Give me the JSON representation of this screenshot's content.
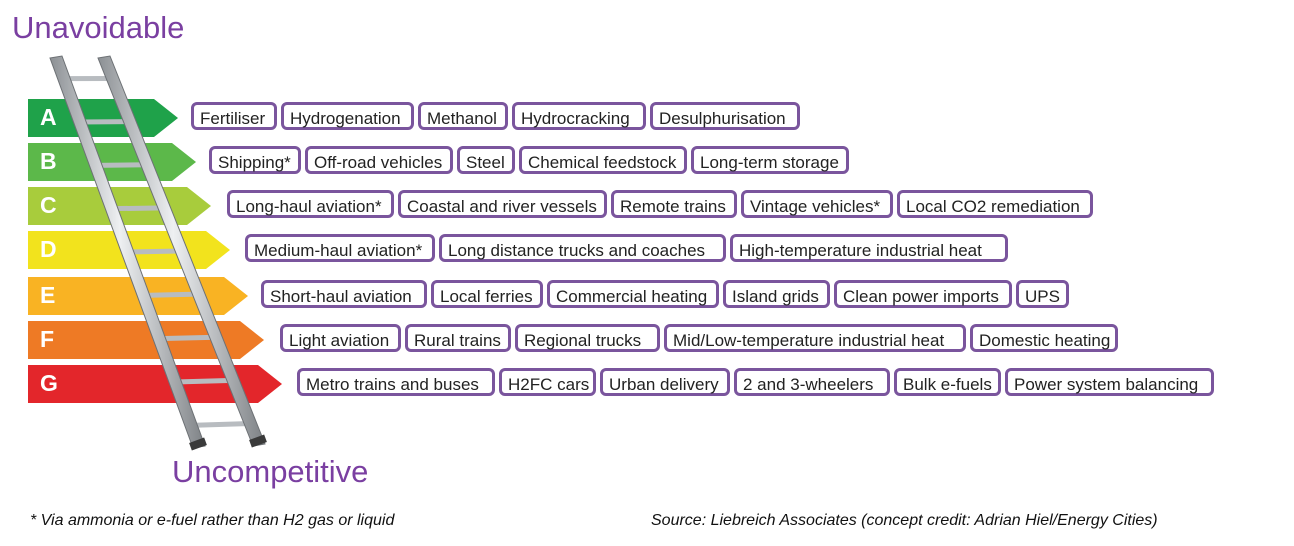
{
  "labels": {
    "top": "Unavoidable",
    "bottom": "Uncompetitive",
    "footnote": "* Via ammonia or e-fuel rather than H2 gas or liquid",
    "source": "Source: Liebreich Associates (concept credit: Adrian Hiel/Energy Cities)"
  },
  "colors": {
    "label_purple": "#7a3fa1",
    "tag_border": "#7a559d",
    "A": "#1fa24a",
    "B": "#5cb84a",
    "C": "#a8cc3c",
    "D": "#f2e31d",
    "E": "#f9b323",
    "F": "#ee7a25",
    "G": "#e3262b"
  },
  "bands": [
    {
      "letter": "A",
      "items": [
        "Fertiliser",
        "Hydrogenation",
        "Methanol",
        "Hydrocracking",
        "Desulphurisation"
      ]
    },
    {
      "letter": "B",
      "items": [
        "Shipping*",
        "Off-road vehicles",
        "Steel",
        "Chemical feedstock",
        "Long-term storage"
      ]
    },
    {
      "letter": "C",
      "items": [
        "Long-haul aviation*",
        "Coastal and river vessels",
        "Remote trains",
        "Vintage vehicles*",
        "Local CO2 remediation"
      ]
    },
    {
      "letter": "D",
      "items": [
        "Medium-haul aviation*",
        "Long distance trucks and coaches",
        "High-temperature industrial heat"
      ]
    },
    {
      "letter": "E",
      "items": [
        "Short-haul aviation",
        "Local ferries",
        "Commercial heating",
        "Island grids",
        "Clean power imports",
        "UPS"
      ]
    },
    {
      "letter": "F",
      "items": [
        "Light aviation",
        "Rural trains",
        "Regional trucks",
        "Mid/Low-temperature industrial heat",
        "Domestic heating"
      ]
    },
    {
      "letter": "G",
      "items": [
        "Metro trains and buses",
        "H2FC cars",
        "Urban delivery",
        "2 and 3-wheelers",
        "Bulk e-fuels",
        "Power system balancing"
      ]
    }
  ]
}
